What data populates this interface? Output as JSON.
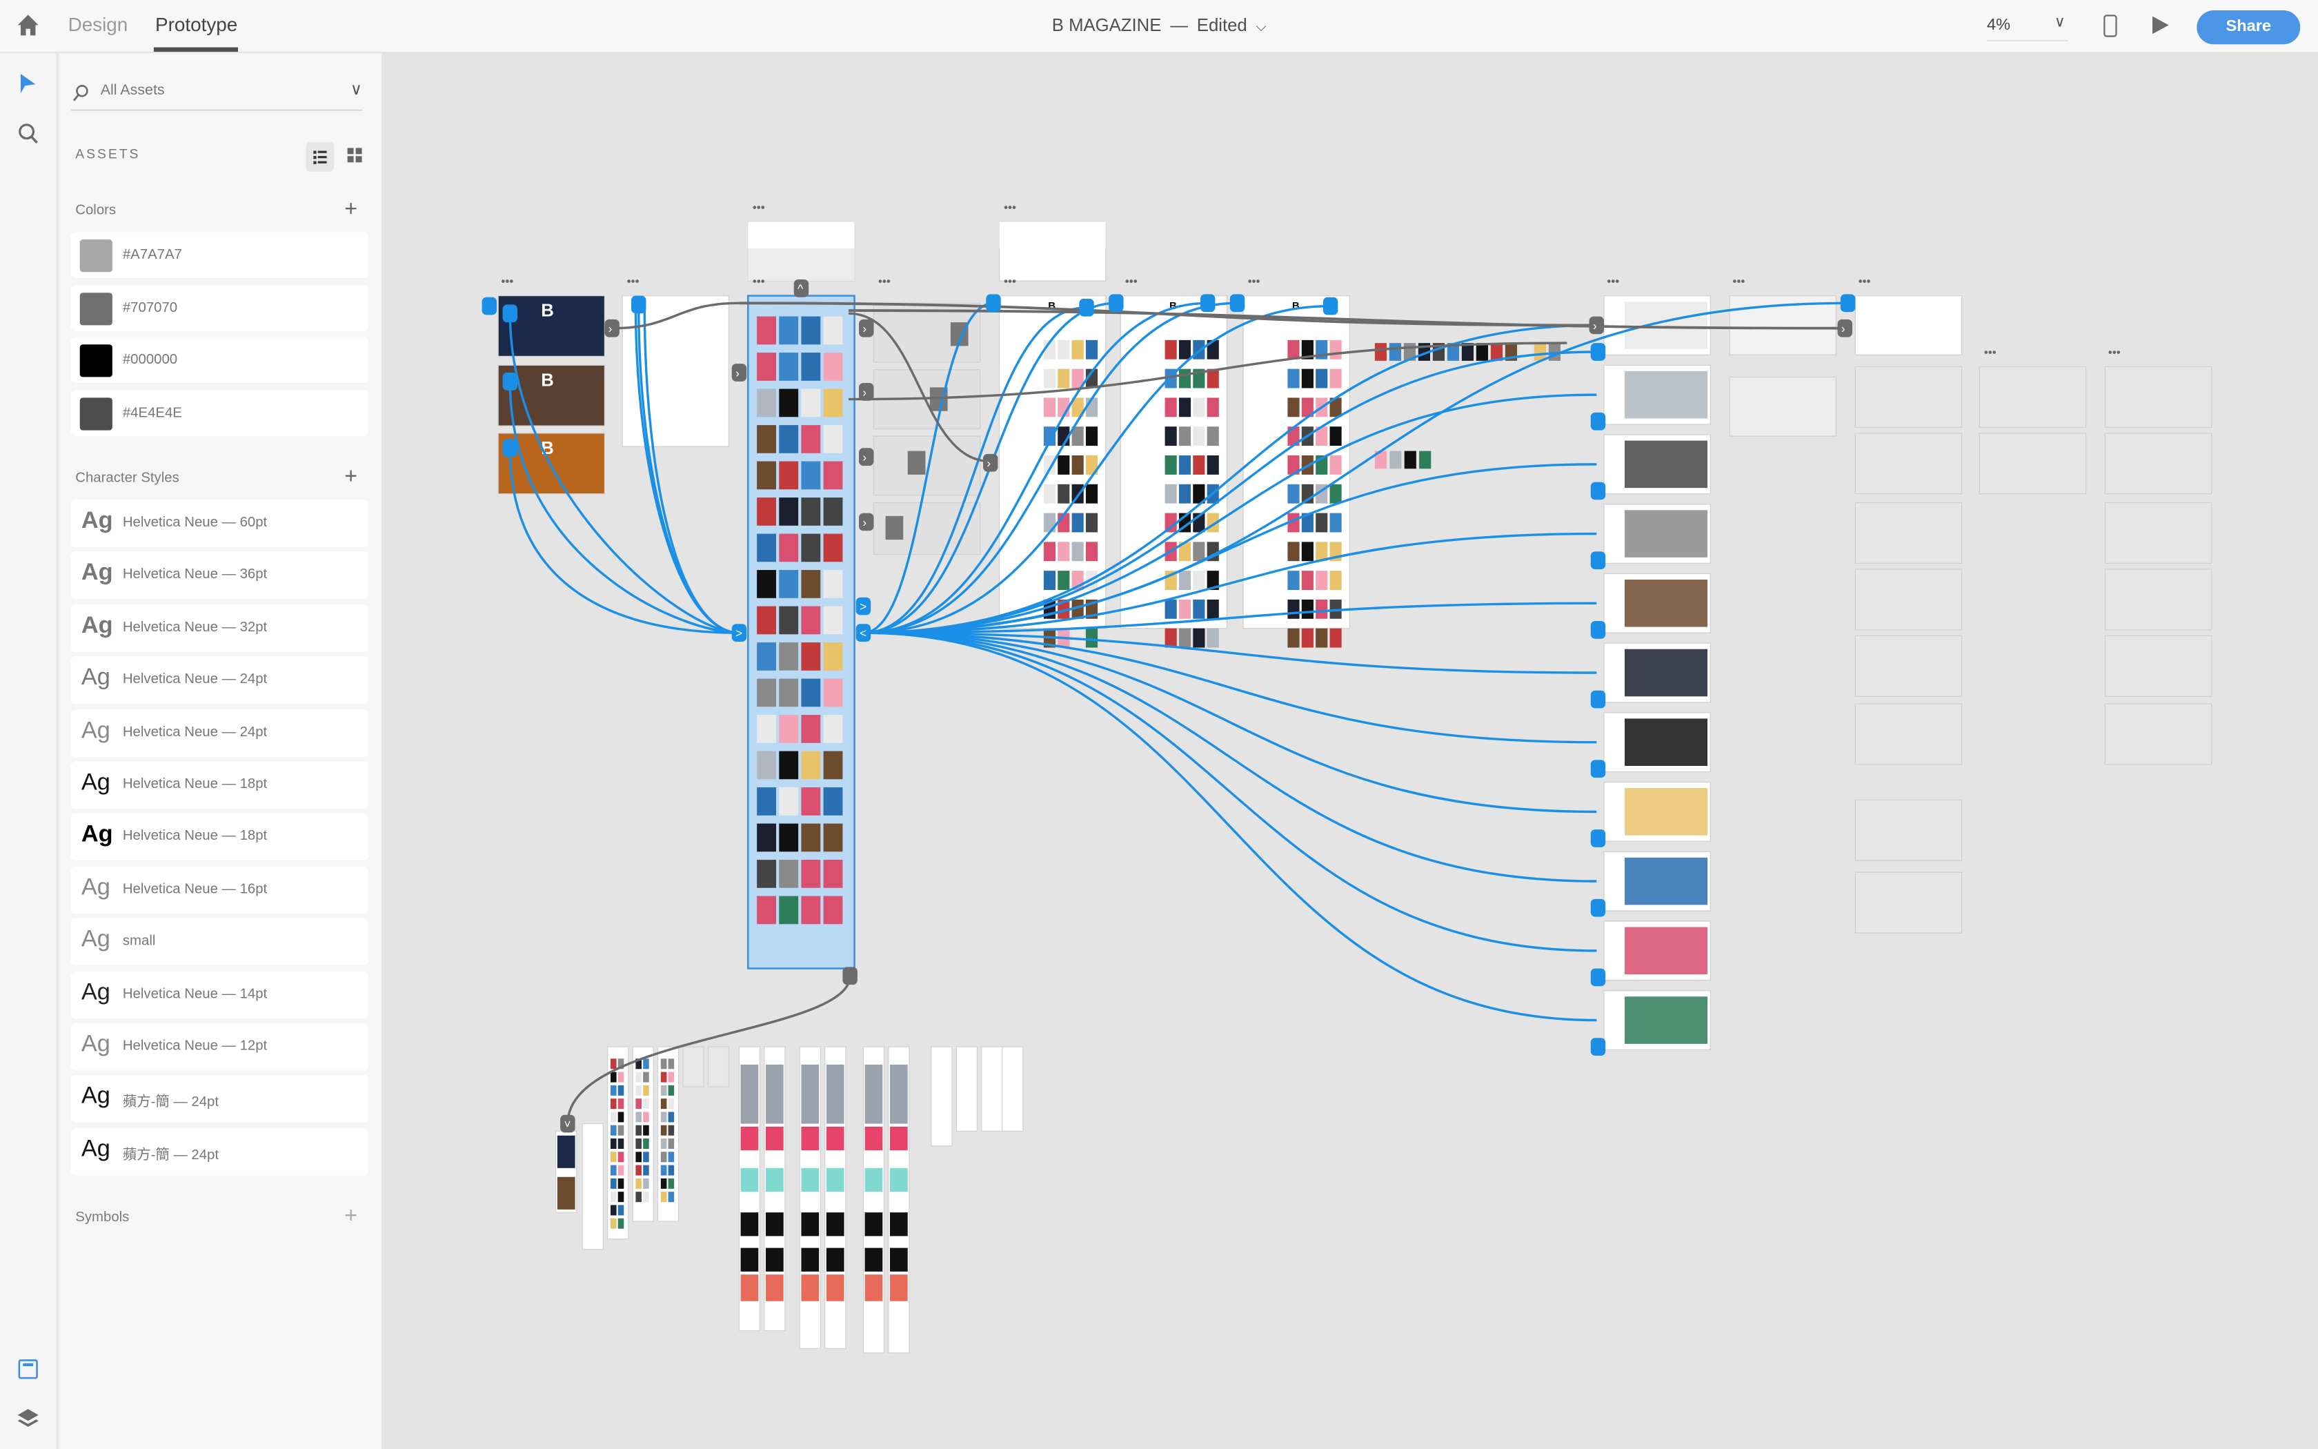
{
  "topbar": {
    "tabs": [
      {
        "label": "Design"
      },
      {
        "label": "Prototype"
      }
    ],
    "active_tab": "Prototype",
    "doc_title": "B MAGAZINE",
    "title_sep": "—",
    "doc_status": "Edited",
    "zoom": "4%",
    "share_label": "Share"
  },
  "toolbar": {
    "tools": [
      "select-tool",
      "zoom-tool"
    ],
    "bottom": [
      "assets-panel",
      "layers-panel"
    ]
  },
  "assets": {
    "search_placeholder": "All Assets",
    "heading": "ASSETS",
    "colors_label": "Colors",
    "colors": [
      {
        "hex": "#A7A7A7"
      },
      {
        "hex": "#707070"
      },
      {
        "hex": "#000000"
      },
      {
        "hex": "#4E4E4E"
      }
    ],
    "character_styles_label": "Character Styles",
    "character_styles": [
      {
        "sample": "Ag",
        "label": "Helvetica Neue — 60pt"
      },
      {
        "sample": "Ag",
        "label": "Helvetica Neue — 36pt"
      },
      {
        "sample": "Ag",
        "label": "Helvetica Neue — 32pt"
      },
      {
        "sample": "Ag",
        "label": "Helvetica Neue — 24pt"
      },
      {
        "sample": "Ag",
        "label": "Helvetica Neue — 24pt"
      },
      {
        "sample": "Ag",
        "label": "Helvetica Neue — 18pt"
      },
      {
        "sample": "Ag",
        "label": "Helvetica Neue — 18pt"
      },
      {
        "sample": "Ag",
        "label": "Helvetica Neue — 16pt"
      },
      {
        "sample": "Ag",
        "label": "small"
      },
      {
        "sample": "Ag",
        "label": "Helvetica Neue — 14pt"
      },
      {
        "sample": "Ag",
        "label": "Helvetica Neue — 12pt"
      },
      {
        "sample": "Ag",
        "label": "蘋方-簡 — 24pt"
      },
      {
        "sample": "Ag",
        "label": "蘋方-簡 — 24pt"
      }
    ],
    "symbols_label": "Symbols"
  },
  "theme": {
    "accent": "#4b96e6",
    "wire_blue": "#1b8fe6",
    "wire_gray": "#6b6b6b",
    "canvas_bg": "#e4e4e4"
  }
}
